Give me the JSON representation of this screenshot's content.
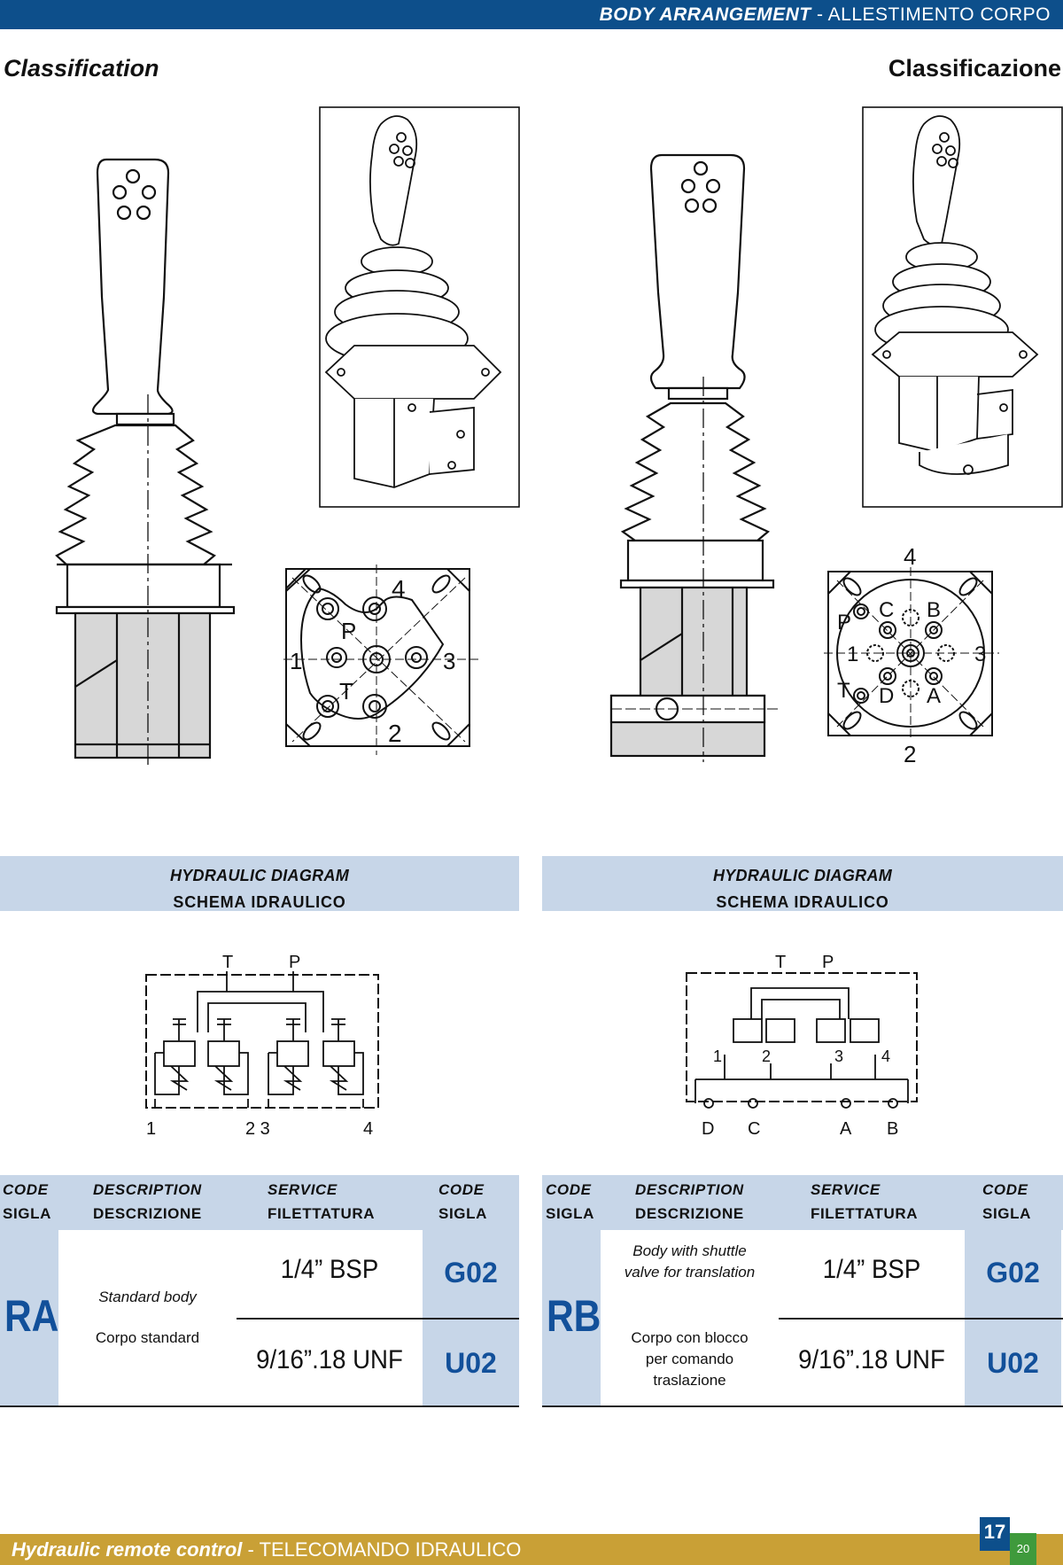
{
  "header": {
    "title_en": "BODY ARRANGEMENT",
    "separator": "-",
    "title_it": "ALLESTIMENTO CORPO"
  },
  "section": {
    "title_en": "Classification",
    "title_it": "Classificazione"
  },
  "diagram_band": {
    "title_en": "HYDRAULIC DIAGRAM",
    "title_it": "SCHEMA IDRAULICO"
  },
  "table_headers": {
    "code_en": "CODE",
    "code_it": "SIGLA",
    "desc_en": "DESCRIPTION",
    "desc_it": "DESCRIZIONE",
    "service_en": "SERVICE",
    "service_it": "FILETTATURA",
    "sigla_en": "CODE",
    "sigla_it": "SIGLA"
  },
  "variants": [
    {
      "code": "RA",
      "desc_en": "Standard body",
      "desc_it": "Corpo standard",
      "ports_labels": [
        "1",
        "2",
        "3",
        "4",
        "P",
        "T"
      ],
      "diagram_top_labels": [
        "T",
        "P"
      ],
      "diagram_bottom_labels": [
        "1",
        "2 3",
        "4"
      ],
      "rows": [
        {
          "service": "1/4” BSP",
          "code": "G02"
        },
        {
          "service": "9/16”.18 UNF",
          "code": "U02"
        }
      ]
    },
    {
      "code": "RB",
      "desc_en": "Body with shuttle valve for translation",
      "desc_it": "Corpo con blocco per comando traslazione",
      "ports_labels": [
        "1",
        "2",
        "3",
        "4",
        "P",
        "T",
        "A",
        "B",
        "C",
        "D"
      ],
      "diagram_top_labels": [
        "T",
        "P"
      ],
      "diagram_mid_labels": [
        "1",
        "2",
        "3",
        "4"
      ],
      "diagram_bottom_labels": [
        "D",
        "C",
        "A",
        "B"
      ],
      "rows": [
        {
          "service": "1/4” BSP",
          "code": "G02"
        },
        {
          "service": "9/16”.18 UNF",
          "code": "U02"
        }
      ]
    }
  ],
  "footer": {
    "title_en": "Hydraulic remote control",
    "separator": "-",
    "title_it": "TELECOMANDO IDRAULICO",
    "page": "17",
    "page_small": "20"
  },
  "colors": {
    "header_blue": "#0d4f8b",
    "band_blue": "#c7d6e8",
    "code_blue": "#12509a",
    "footer_gold": "#c9a036",
    "badge_green": "#3f9a3c"
  }
}
